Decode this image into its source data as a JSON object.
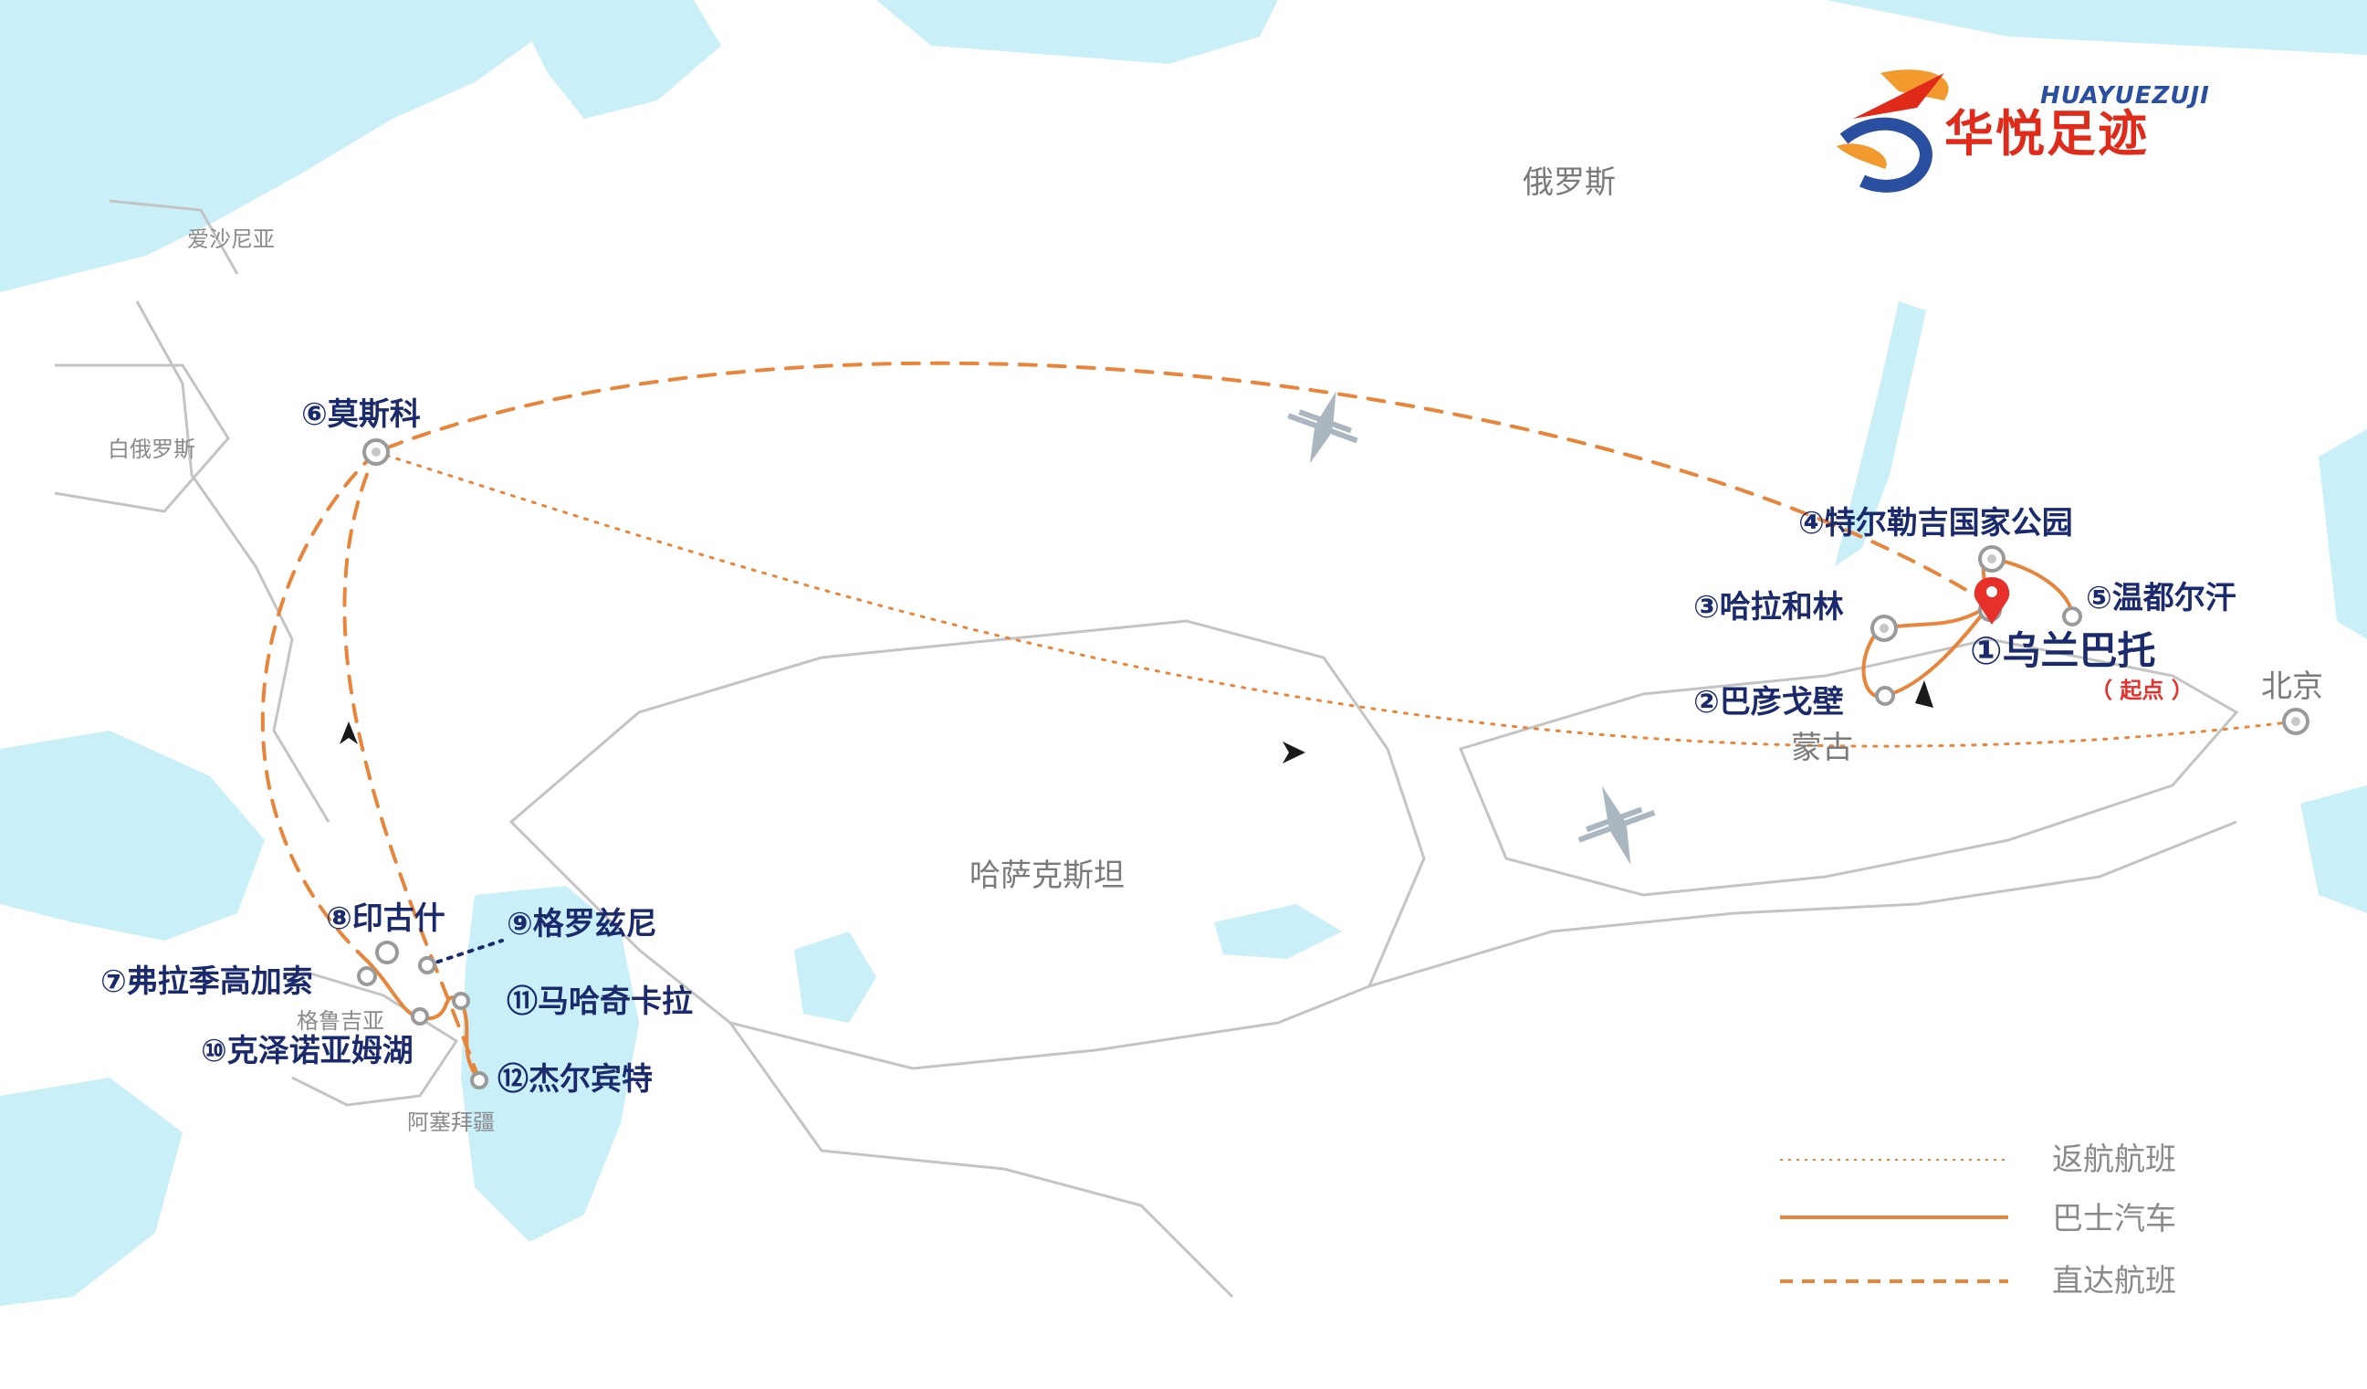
{
  "brand": {
    "english": "HUAYUEZUJI",
    "chinese": "华悦足迹"
  },
  "countries": {
    "russia": "俄罗斯",
    "estonia": "爱沙尼亚",
    "belarus": "白俄罗斯",
    "mongolia": "蒙古",
    "kazakhstan": "哈萨克斯坦",
    "georgia": "格鲁吉亚",
    "azerbaijan": "阿塞拜疆"
  },
  "stops": [
    {
      "id": "ulaanbaatar",
      "label": "①乌兰巴托"
    },
    {
      "id": "bayan-gobi",
      "label": "②巴彦戈壁"
    },
    {
      "id": "kharkhorin",
      "label": "③哈拉和林"
    },
    {
      "id": "terelj",
      "label": "④特尔勒吉国家公园"
    },
    {
      "id": "undurkhaan",
      "label": "⑤温都尔汗"
    },
    {
      "id": "moscow",
      "label": "⑥莫斯科"
    },
    {
      "id": "vladikavkaz",
      "label": "⑦弗拉季高加索"
    },
    {
      "id": "ingushetia",
      "label": "⑧印古什"
    },
    {
      "id": "grozny",
      "label": "⑨格罗兹尼"
    },
    {
      "id": "kezenoyam",
      "label": "⑩克泽诺亚姆湖"
    },
    {
      "id": "makhachkala",
      "label": "⑪马哈奇卡拉"
    },
    {
      "id": "derbent",
      "label": "⑫杰尔宾特"
    }
  ],
  "start_tag": "（ 起点 ）",
  "beijing": "北京",
  "legend": {
    "return_flight": "返航航班",
    "bus": "巴士汽车",
    "direct_flight": "直达航班"
  },
  "colors": {
    "route": "#e8853a",
    "water": "#c9eff8",
    "land": "#ffffff",
    "border": "#c4c4c4",
    "text_dark": "#1a2a6c",
    "start_red": "#e8302a"
  }
}
